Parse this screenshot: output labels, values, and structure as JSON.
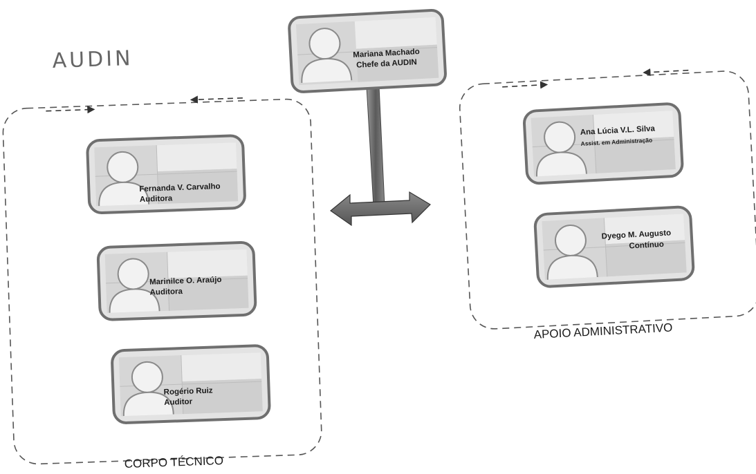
{
  "title": "AUDIN",
  "head": {
    "name": "Mariana Machado",
    "role": "Chefe da AUDIN"
  },
  "groups": {
    "corpo_tecnico": {
      "label": "CORPO TÉCNICO",
      "members": [
        {
          "name": "Fernanda V. Carvalho",
          "role": "Auditora"
        },
        {
          "name": "Marinilce O. Araújo",
          "role": "Auditora"
        },
        {
          "name": "Rogério Ruiz",
          "role": "Auditor"
        }
      ]
    },
    "apoio_administrativo": {
      "label": "APOIO ADMINISTRATIVO",
      "members": [
        {
          "name": "Ana Lúcia V.L. Silva",
          "role": "Assist. em Administração"
        },
        {
          "name": "Dyego M. Augusto",
          "role": "Contínuo"
        }
      ]
    }
  },
  "colors": {
    "card_border": "#6f6f6f",
    "card_fill": "#e3e3e3",
    "avatar_fill": "#f2f2f2",
    "connector": "#6b6b6b",
    "dashed": "#555555"
  },
  "icons": {
    "avatar": "person-silhouette-icon",
    "connector": "double-arrow-icon",
    "flow": "dashed-arrow-icon"
  }
}
